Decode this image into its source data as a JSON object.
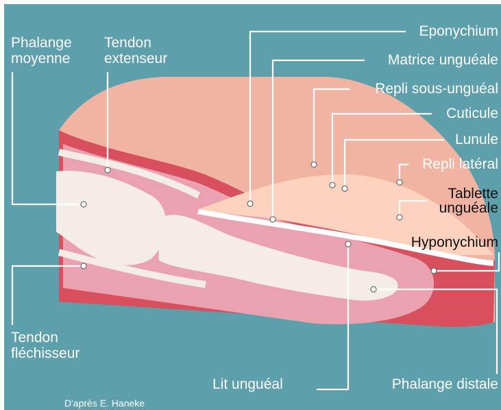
{
  "colors": {
    "background": "#5d9fab",
    "skin": "#f1b4a2",
    "nail_plate": "#fbd2be",
    "tissue_red": "#d84f5d",
    "tissue_pink": "#eaa2b1",
    "bone": "#f3ede5",
    "leader": "#ffffff"
  },
  "labels": {
    "phalange_moyenne": [
      "Phalange",
      "moyenne"
    ],
    "tendon_extenseur": [
      "Tendon",
      "extenseur"
    ],
    "tendon_flechisseur": [
      "Tendon",
      "fléchisseur"
    ],
    "eponychium": "Eponychium",
    "matrice_ungueale": "Matrice unguéale",
    "repli_sous_ungueal": "Repli sous-unguéal",
    "cuticule": "Cuticule",
    "lunule": "Lunule",
    "repli_lateral": "Repli latéral",
    "tablette_ungueale": [
      "Tablette",
      "unguéale"
    ],
    "hyponychium": "Hyponychium",
    "lit_ungueal": "Lit unguéal",
    "phalange_distale": "Phalange distale"
  },
  "credit": "D'après E. Haneke"
}
